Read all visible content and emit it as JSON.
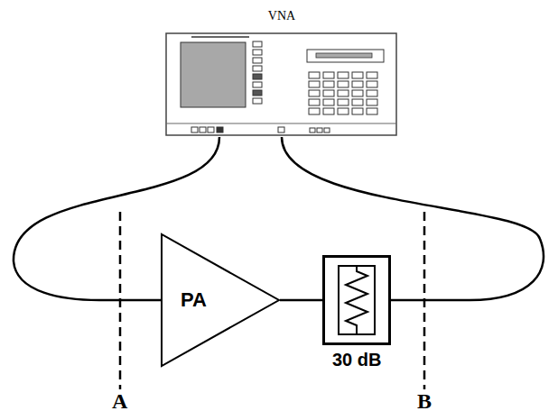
{
  "diagram": {
    "nodes": [
      {
        "text": [
          "VNA"
        ]
      },
      {
        "text": [
          "PA"
        ]
      },
      {
        "text": [
          "30 dB"
        ]
      }
    ],
    "edges": [
      {
        "from": 0,
        "to": 1,
        "arrow": "none"
      },
      {
        "from": 1,
        "to": 2,
        "arrow": "none"
      },
      {
        "from": 2,
        "to": 0,
        "arrow": "none"
      }
    ],
    "labels": [
      "A",
      "B"
    ]
  }
}
